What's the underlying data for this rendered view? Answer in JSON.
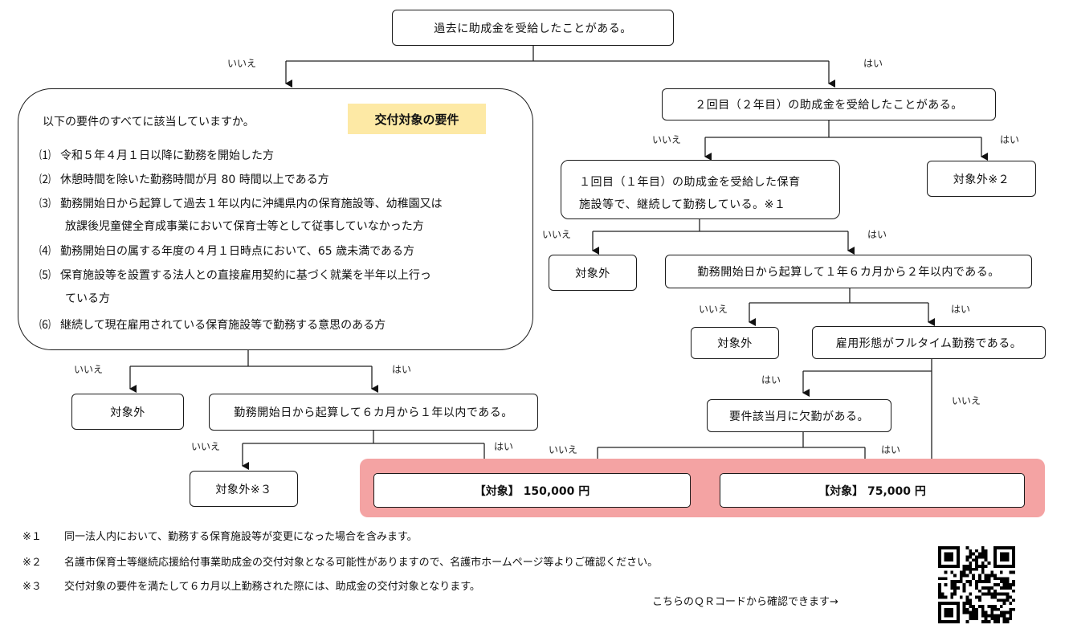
{
  "start": {
    "text": "過去に助成金を受給したことがある。"
  },
  "labels": {
    "yes": "はい",
    "no": "いいえ"
  },
  "requirements": {
    "question": "以下の要件のすべてに該当していますか。",
    "title": "交付対象の要件",
    "items": [
      {
        "num": "⑴",
        "text": "令和５年４月１日以降に勤務を開始した方"
      },
      {
        "num": "⑵",
        "text": "休憩時間を除いた勤務時間が月 80 時間以上である方"
      },
      {
        "num": "⑶",
        "text": "勤務開始日から起算して過去１年以内に沖縄県内の保育施設等、幼稚園又は",
        "cont": "放課後児童健全育成事業において保育士等として従事していなかった方"
      },
      {
        "num": "⑷",
        "text": "勤務開始日の属する年度の４月１日時点において、65 歳未満である方"
      },
      {
        "num": "⑸",
        "text": "保育施設等を設置する法人との直接雇用契約に基づく就業を半年以上行っ",
        "cont": "ている方"
      },
      {
        "num": "⑹",
        "text": "継続して現在雇用されている保育施設等で勤務する意思のある方"
      }
    ]
  },
  "left": {
    "out": "対象外",
    "q6m": "勤務開始日から起算して６カ月から１年以内である。",
    "out3": "対象外※３"
  },
  "right": {
    "q2nd": "２回目（２年目）の助成金を受給したことがある。",
    "out2": "対象外※２",
    "q1st_line1": "１回目（１年目）の助成金を受給した保育",
    "q1st_line2": "施設等で、継続して勤務している。※１",
    "out_a": "対象外",
    "q18m": "勤務開始日から起算して１年６カ月から２年以内である。",
    "out_b": "対象外",
    "qfull": "雇用形態がフルタイム勤務である。",
    "qabs": "要件該当月に欠勤がある。"
  },
  "results": {
    "r150_tag": "【対象】",
    "r150_amount": "150,000 円",
    "r75_tag": "【対象】",
    "r75_amount": "75,000 円"
  },
  "notes": [
    {
      "mark": "※１",
      "text": "同一法人内において、勤務する保育施設等が変更になった場合を含みます。"
    },
    {
      "mark": "※２",
      "text": "名護市保育士等継続応援給付事業助成金の交付対象となる可能性がありますので、名護市ホームページ等よりご確認ください。"
    },
    {
      "mark": "※３",
      "text": "交付対象の要件を満たして６カ月以上勤務された際には、助成金の交付対象となります。"
    }
  ],
  "qr_caption": "こちらのＱＲコードから確認できます→",
  "colors": {
    "highlight": "#f4a3a3",
    "requirements_title_bg": "#fde9a5"
  }
}
